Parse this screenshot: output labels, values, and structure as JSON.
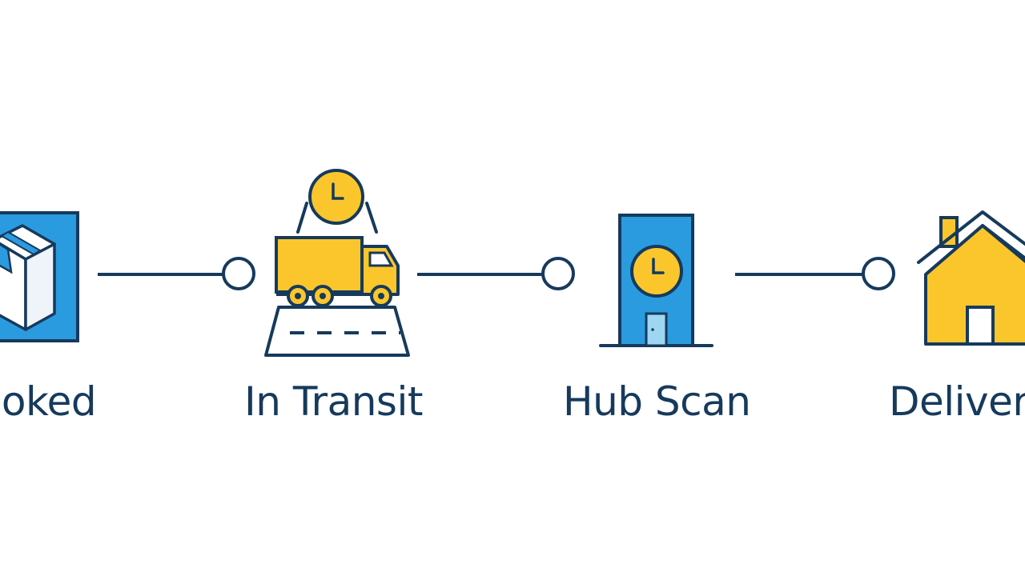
{
  "steps": [
    {
      "label": "Booked",
      "icon": "package-box-icon"
    },
    {
      "label": "In Transit",
      "icon": "delivery-truck-icon"
    },
    {
      "label": "Hub Scan",
      "icon": "hub-building-clock-icon"
    },
    {
      "label": "Delivered",
      "icon": "house-icon"
    }
  ],
  "colors": {
    "outline": "#163a5c",
    "blue": "#2b9be0",
    "yellow": "#fbc62c",
    "light_blue": "#9fd6f2",
    "background": "#ffffff"
  }
}
